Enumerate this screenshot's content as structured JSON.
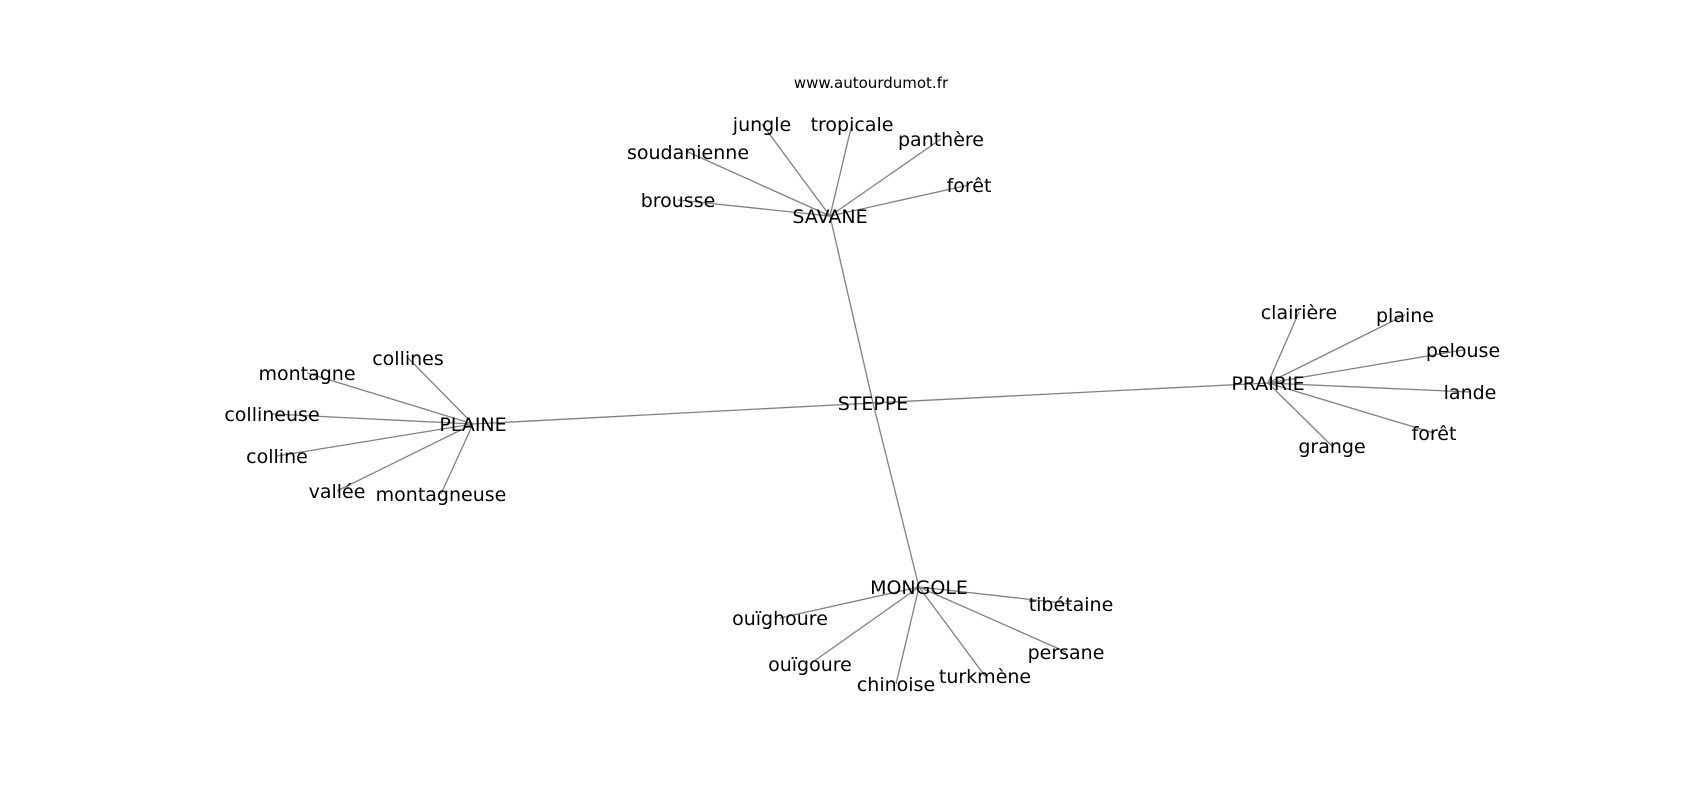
{
  "source": "www.autourdumot.fr",
  "graph": {
    "center": "STEPPE",
    "hubs": [
      {
        "label": "SAVANE",
        "leaves": [
          "jungle",
          "tropicale",
          "panthère",
          "soudanienne",
          "forêt",
          "brousse"
        ]
      },
      {
        "label": "PLAINE",
        "leaves": [
          "collines",
          "montagne",
          "collineuse",
          "colline",
          "vallée",
          "montagneuse"
        ]
      },
      {
        "label": "PRAIRIE",
        "leaves": [
          "clairière",
          "plaine",
          "pelouse",
          "lande",
          "forêt",
          "grange"
        ]
      },
      {
        "label": "MONGOLE",
        "leaves": [
          "ouïghoure",
          "tibétaine",
          "persane",
          "ouïgoure",
          "chinoise",
          "turkmène"
        ]
      }
    ]
  }
}
